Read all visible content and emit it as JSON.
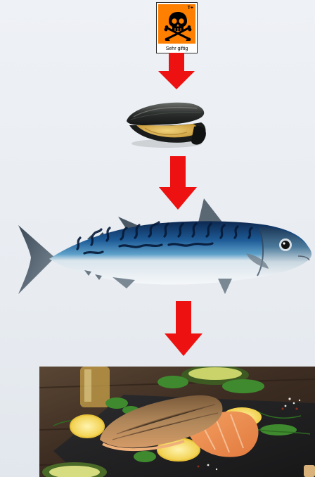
{
  "hazard_sign": {
    "code": "T+",
    "label": "Sehr giftig",
    "icon": "skull-crossbones-icon",
    "color": "#ff7f00"
  },
  "arrow_color": "#ee1111",
  "chain": [
    "hazard-sign",
    "mussel",
    "mackerel",
    "grilled-fish-dish"
  ]
}
